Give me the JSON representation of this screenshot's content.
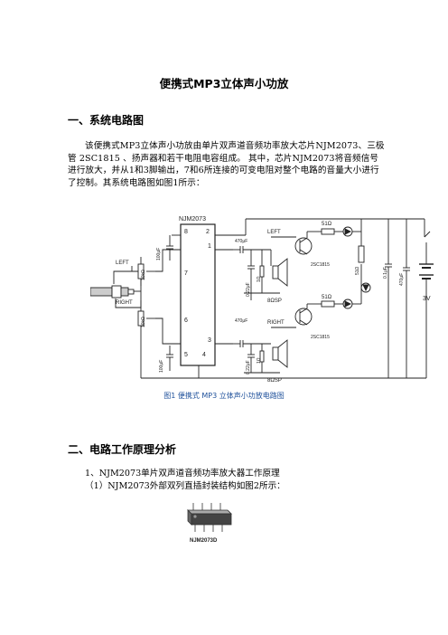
{
  "doc": {
    "title": "便携式MP3立体声小功放",
    "section1": "一、系统电路图",
    "para1": "该便携式MP3立体声小功放由单片双声道音频功率放大芯片NJM2073、三极管 2SC1815 、扬声器和若干电阻电容组成。 其中，芯片NJM2073将音频信号进行放大，并从1和3脚输出，7和6所连接的可变电阻对整个电路的音量大小进行了控制。其系统电路图如图1所示：",
    "caption1": "图1   便携式 MP3 立体声小功放电路图",
    "section2": "二、电路工作原理分析",
    "item1": "1、NJM2073单片双声道音频功率放大器工作原理",
    "item1_sub": "（1）NJM2073外部双列直插封装结构如图2所示："
  },
  "schematic": {
    "chip_name": "NJM2073",
    "pins": [
      "8",
      "2",
      "1",
      "7",
      "6",
      "3",
      "5",
      "4"
    ],
    "left_label": "LEFT",
    "right_label": "RIGHT",
    "pot_left": "10kΩ",
    "pot_right": "10kΩ",
    "cap_100_left": "100μF",
    "cap_100_right": "100μF",
    "cap_470_top": "470μF",
    "cap_470_bottom": "470μF",
    "cap_022_top": "0.22μF",
    "cap_022_bottom": "0.22μF",
    "res_1_top": "1Ω",
    "res_1_bottom": "1Ω",
    "spk_top": "8ΩSP",
    "spk_bottom": "8ΩSP",
    "out_left": "LEFT",
    "out_right": "RIGHT",
    "trans_top": "2SC1815",
    "trans_bottom": "2SC1815",
    "res_51_top": "51Ω",
    "res_51_bottom": "51Ω",
    "res_51_vert": "51Ω",
    "cap_01": "0.1μF",
    "cap_470_side": "470μF",
    "battery": "3V"
  },
  "chip_figure": {
    "label": "NJM2073D"
  }
}
